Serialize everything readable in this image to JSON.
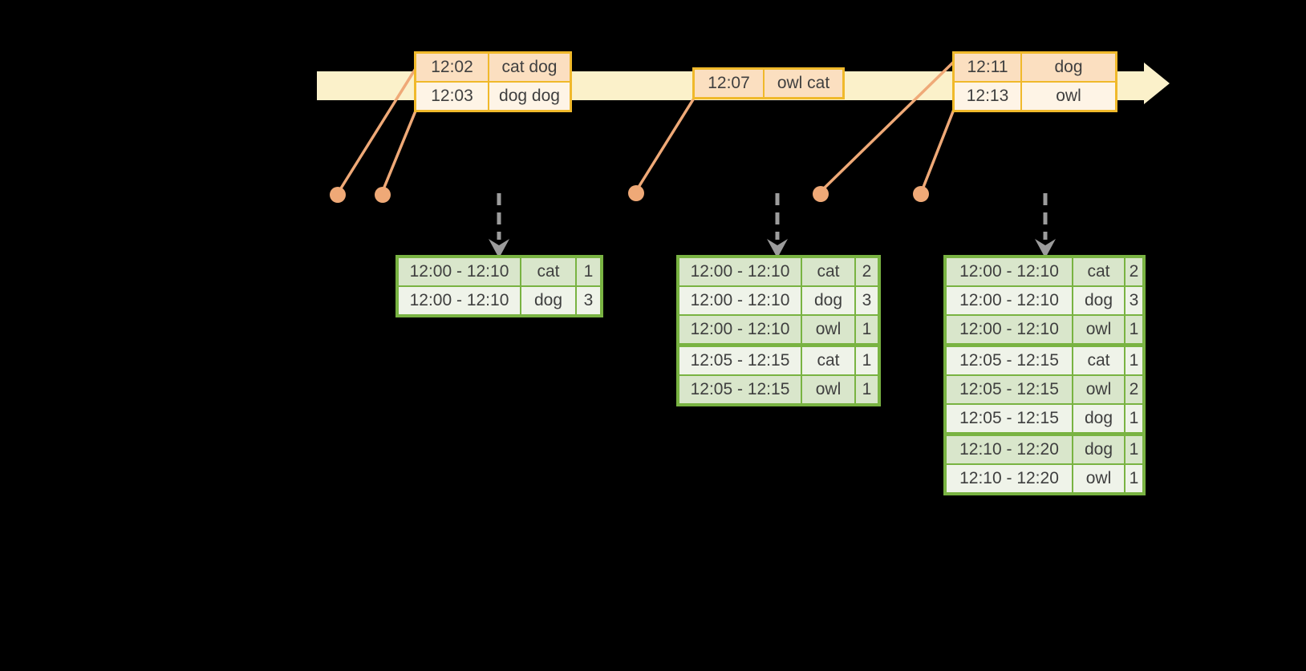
{
  "colors": {
    "background": "#000000",
    "timeline_band": "#fbf1ca",
    "event_border": "#f0b92b",
    "event_row_dark": "#fbdfc0",
    "event_row_light": "#fef4e6",
    "connector": "#efa977",
    "dashed_arrow": "#9c9c9c",
    "result_border": "#79b342",
    "result_row_dark": "#d9e6cb",
    "result_row_light": "#eff3e9",
    "text": "#3f3f3f"
  },
  "event_tables": [
    {
      "rows": [
        {
          "time": "12:02",
          "words": "cat dog"
        },
        {
          "time": "12:03",
          "words": "dog dog"
        }
      ]
    },
    {
      "rows": [
        {
          "time": "12:07",
          "words": "owl cat"
        }
      ]
    },
    {
      "rows": [
        {
          "time": "12:11",
          "words": "dog"
        },
        {
          "time": "12:13",
          "words": "owl"
        }
      ]
    }
  ],
  "result_tables": [
    {
      "rows": [
        {
          "window": "12:00 - 12:10",
          "word": "cat",
          "count": 1
        },
        {
          "window": "12:00 - 12:10",
          "word": "dog",
          "count": 3
        }
      ]
    },
    {
      "rows": [
        {
          "window": "12:00 - 12:10",
          "word": "cat",
          "count": 2
        },
        {
          "window": "12:00 - 12:10",
          "word": "dog",
          "count": 3
        },
        {
          "window": "12:00 - 12:10",
          "word": "owl",
          "count": 1,
          "group_end": true
        },
        {
          "window": "12:05 - 12:15",
          "word": "cat",
          "count": 1
        },
        {
          "window": "12:05 - 12:15",
          "word": "owl",
          "count": 1
        }
      ]
    },
    {
      "rows": [
        {
          "window": "12:00 - 12:10",
          "word": "cat",
          "count": 2
        },
        {
          "window": "12:00 - 12:10",
          "word": "dog",
          "count": 3
        },
        {
          "window": "12:00 - 12:10",
          "word": "owl",
          "count": 1,
          "group_end": true
        },
        {
          "window": "12:05 - 12:15",
          "word": "cat",
          "count": 1
        },
        {
          "window": "12:05 - 12:15",
          "word": "owl",
          "count": 2
        },
        {
          "window": "12:05 - 12:15",
          "word": "dog",
          "count": 1,
          "group_end": true
        },
        {
          "window": "12:10 - 12:20",
          "word": "dog",
          "count": 1
        },
        {
          "window": "12:10 - 12:20",
          "word": "owl",
          "count": 1
        }
      ]
    }
  ]
}
